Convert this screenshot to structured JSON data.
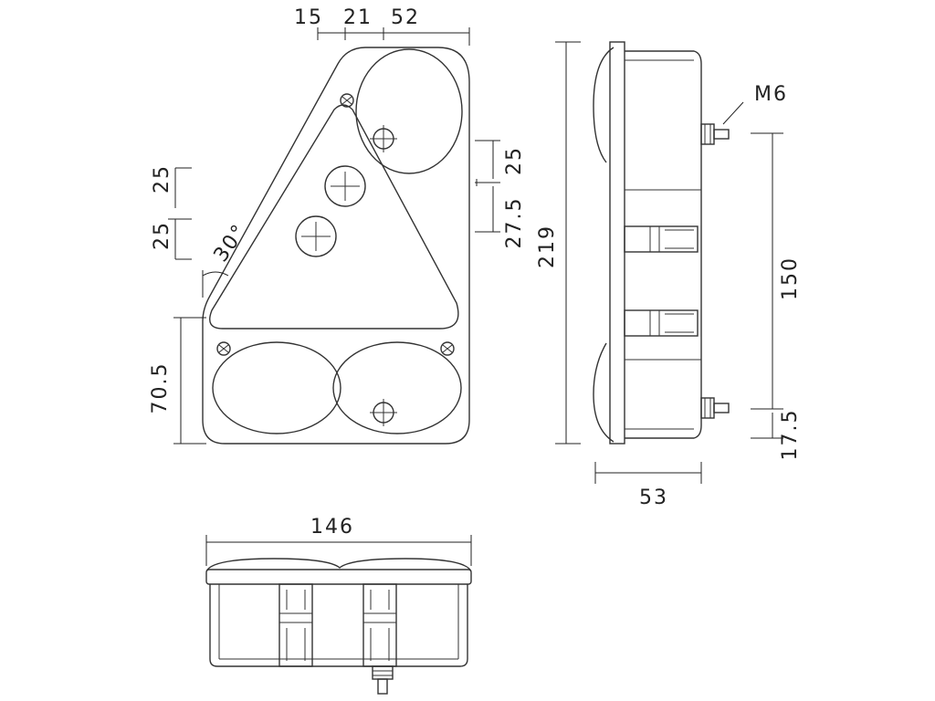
{
  "front_view": {
    "dims": {
      "top_left": "15",
      "top_mid": "21",
      "top_right": "52",
      "left_upper": "25",
      "left_lower": "25",
      "angle": "30°",
      "left_bottom": "70.5",
      "right_upper": "25",
      "right_lower": "27.5"
    }
  },
  "side_view": {
    "dims": {
      "thread": "M6",
      "height": "219",
      "bolt_spacing": "150",
      "bolt_offset": "17.5",
      "depth": "53"
    }
  },
  "bottom_view": {
    "dims": {
      "width": "146"
    }
  }
}
